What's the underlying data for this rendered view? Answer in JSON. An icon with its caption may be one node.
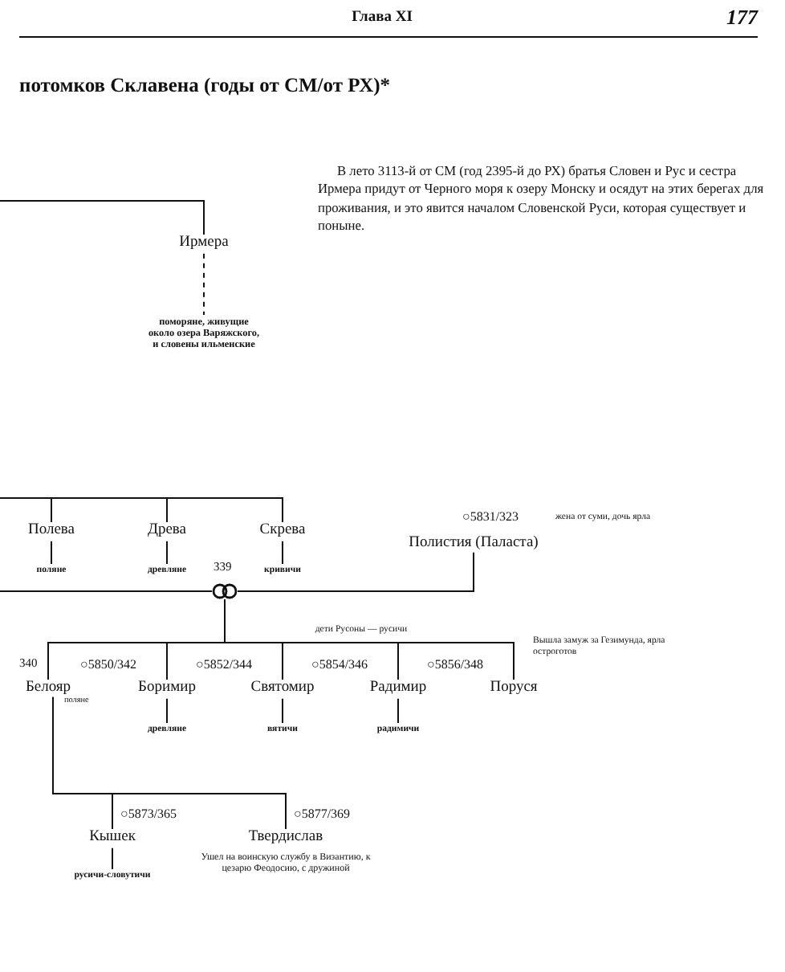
{
  "diagram": {
    "title": "потомков Склавена (годы от СМ/от РХ)*",
    "nodes": [
      {
        "text": [
          "Ирмера"
        ]
      },
      {
        "text": [
          "поморяне, живущие около озера Варяжского, и словены ильменские"
        ]
      },
      {
        "text": [
          "Полева"
        ]
      },
      {
        "text": [
          "поляне"
        ]
      },
      {
        "text": [
          "Древа"
        ]
      },
      {
        "text": [
          "древляне"
        ]
      },
      {
        "text": [
          "Скрева"
        ]
      },
      {
        "text": [
          "кривичи"
        ]
      },
      {
        "text": [
          "Полистия (Паласта)"
        ],
        "beside": [
          "○5831/323",
          "жена от суми, дочь ярла"
        ]
      },
      {
        "text": [],
        "shape": "circle",
        "beside": [
          "339"
        ]
      },
      {
        "text": [
          "Белояр"
        ],
        "beside": [
          "340",
          "поляне"
        ]
      },
      {
        "text": [
          "Боримир"
        ],
        "beside": [
          "○5850/342"
        ]
      },
      {
        "text": [
          "древляне"
        ]
      },
      {
        "text": [
          "Святомир"
        ],
        "beside": [
          "○5852/344"
        ]
      },
      {
        "text": [
          "вятичи"
        ]
      },
      {
        "text": [
          "Радимир"
        ],
        "beside": [
          "○5854/346"
        ]
      },
      {
        "text": [
          "радимичи"
        ]
      },
      {
        "text": [
          "Поруся"
        ],
        "beside": [
          "○5856/348",
          "Вышла замуж за Гезимунда, ярла остроготов"
        ]
      },
      {
        "text": [
          "Кышек"
        ],
        "beside": [
          "○5873/365"
        ]
      },
      {
        "text": [
          "русичи-словутичи"
        ]
      },
      {
        "text": [
          "Твердислав"
        ],
        "beside": [
          "○5877/369",
          "Ушел на воинскую службу в Византию, к цезарю Феодосию, с дружиной"
        ]
      }
    ],
    "edges": [
      {
        "from": null,
        "to": 0,
        "arrow": "none"
      },
      {
        "from": 0,
        "to": 1,
        "arrow": "none",
        "style": "dashed"
      },
      {
        "from": null,
        "to": 2,
        "arrow": "none"
      },
      {
        "from": null,
        "to": 4,
        "arrow": "none"
      },
      {
        "from": null,
        "to": 6,
        "arrow": "none"
      },
      {
        "from": 2,
        "to": 3,
        "arrow": "none"
      },
      {
        "from": 4,
        "to": 5,
        "arrow": "none"
      },
      {
        "from": 6,
        "to": 7,
        "arrow": "none"
      },
      {
        "from": null,
        "to": 9,
        "arrow": "none"
      },
      {
        "from": 8,
        "to": 9,
        "arrow": "none"
      },
      {
        "from": 9,
        "to": 10,
        "arrow": "none"
      },
      {
        "from": 9,
        "to": 11,
        "arrow": "none"
      },
      {
        "from": 9,
        "to": 13,
        "arrow": "none"
      },
      {
        "from": 9,
        "to": 15,
        "arrow": "none"
      },
      {
        "from": 9,
        "to": 17,
        "arrow": "none"
      },
      {
        "from": 11,
        "to": 12,
        "arrow": "none"
      },
      {
        "from": 13,
        "to": 14,
        "arrow": "none"
      },
      {
        "from": 15,
        "to": 16,
        "arrow": "none"
      },
      {
        "from": 10,
        "to": 18,
        "arrow": "none"
      },
      {
        "from": 10,
        "to": 20,
        "arrow": "none"
      },
      {
        "from": 18,
        "to": 19,
        "arrow": "none"
      }
    ],
    "labels": [
      "Глава XI",
      "177",
      "В лето 3113-й от СМ (год 2395-й до РХ) братья Словен и Рус и сестра Ирмера придут от Черного моря к озеру Монску и осядут на этих берегах для проживания, и это явится началом Словенской Руси, которая существует и поныне.",
      "дети Русоны — русичи"
    ]
  }
}
